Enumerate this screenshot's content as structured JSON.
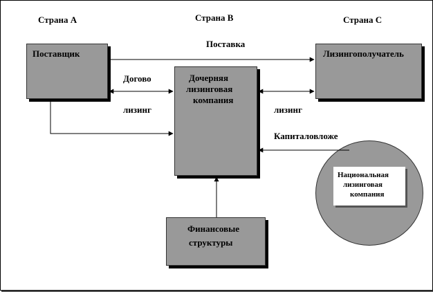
{
  "countries": {
    "a": "Страна А",
    "b": "Страна В",
    "c": "Страна С"
  },
  "nodes": {
    "supplier": "Поставщик",
    "lessee": "Лизингополучатель",
    "subsidiary": [
      "Дочерняя",
      "лизинговая",
      "компания"
    ],
    "financial": [
      "Финансовые",
      "структуры"
    ],
    "national": [
      "Национальная",
      "лизинговая",
      "компания"
    ]
  },
  "edges": {
    "delivery": "Поставка",
    "contract_left_top": "Догово",
    "contract_left_bottom": "лизинг",
    "contract_right": "лизинг",
    "capital": "Капиталовложе"
  }
}
